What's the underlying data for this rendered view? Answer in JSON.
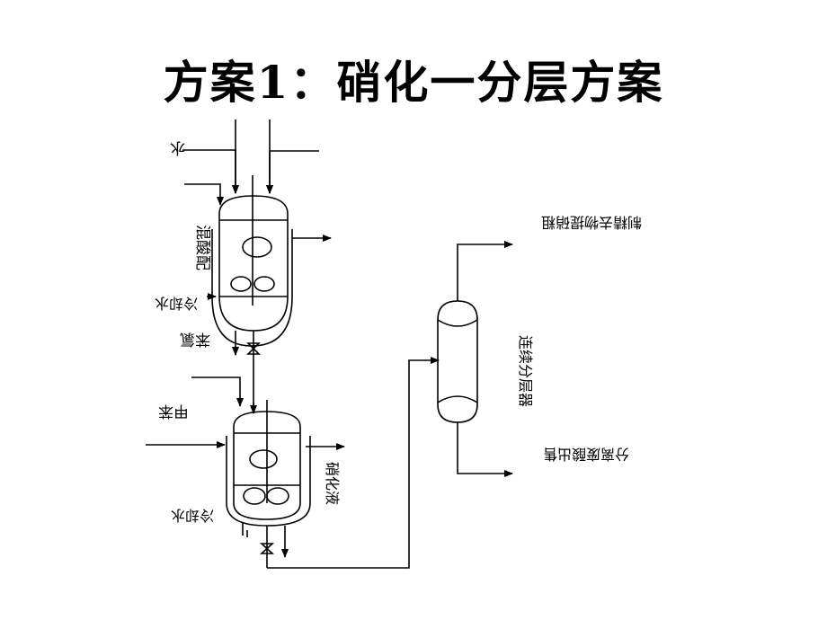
{
  "title": "方案1：硝化一分层方案",
  "labels": {
    "water_top": "水",
    "mixed_acid": "混酸配",
    "cooling_water_1": "冷却水",
    "benzene": "苯氯",
    "toluene": "甲苯",
    "cooling_water_2": "冷却水",
    "nitration": "硝化液",
    "separator": "连续分层器",
    "to_refining": "制精去物提硝粗",
    "to_sale": "分离废酸出售"
  },
  "colors": {
    "line": "#000000",
    "background": "#ffffff"
  }
}
